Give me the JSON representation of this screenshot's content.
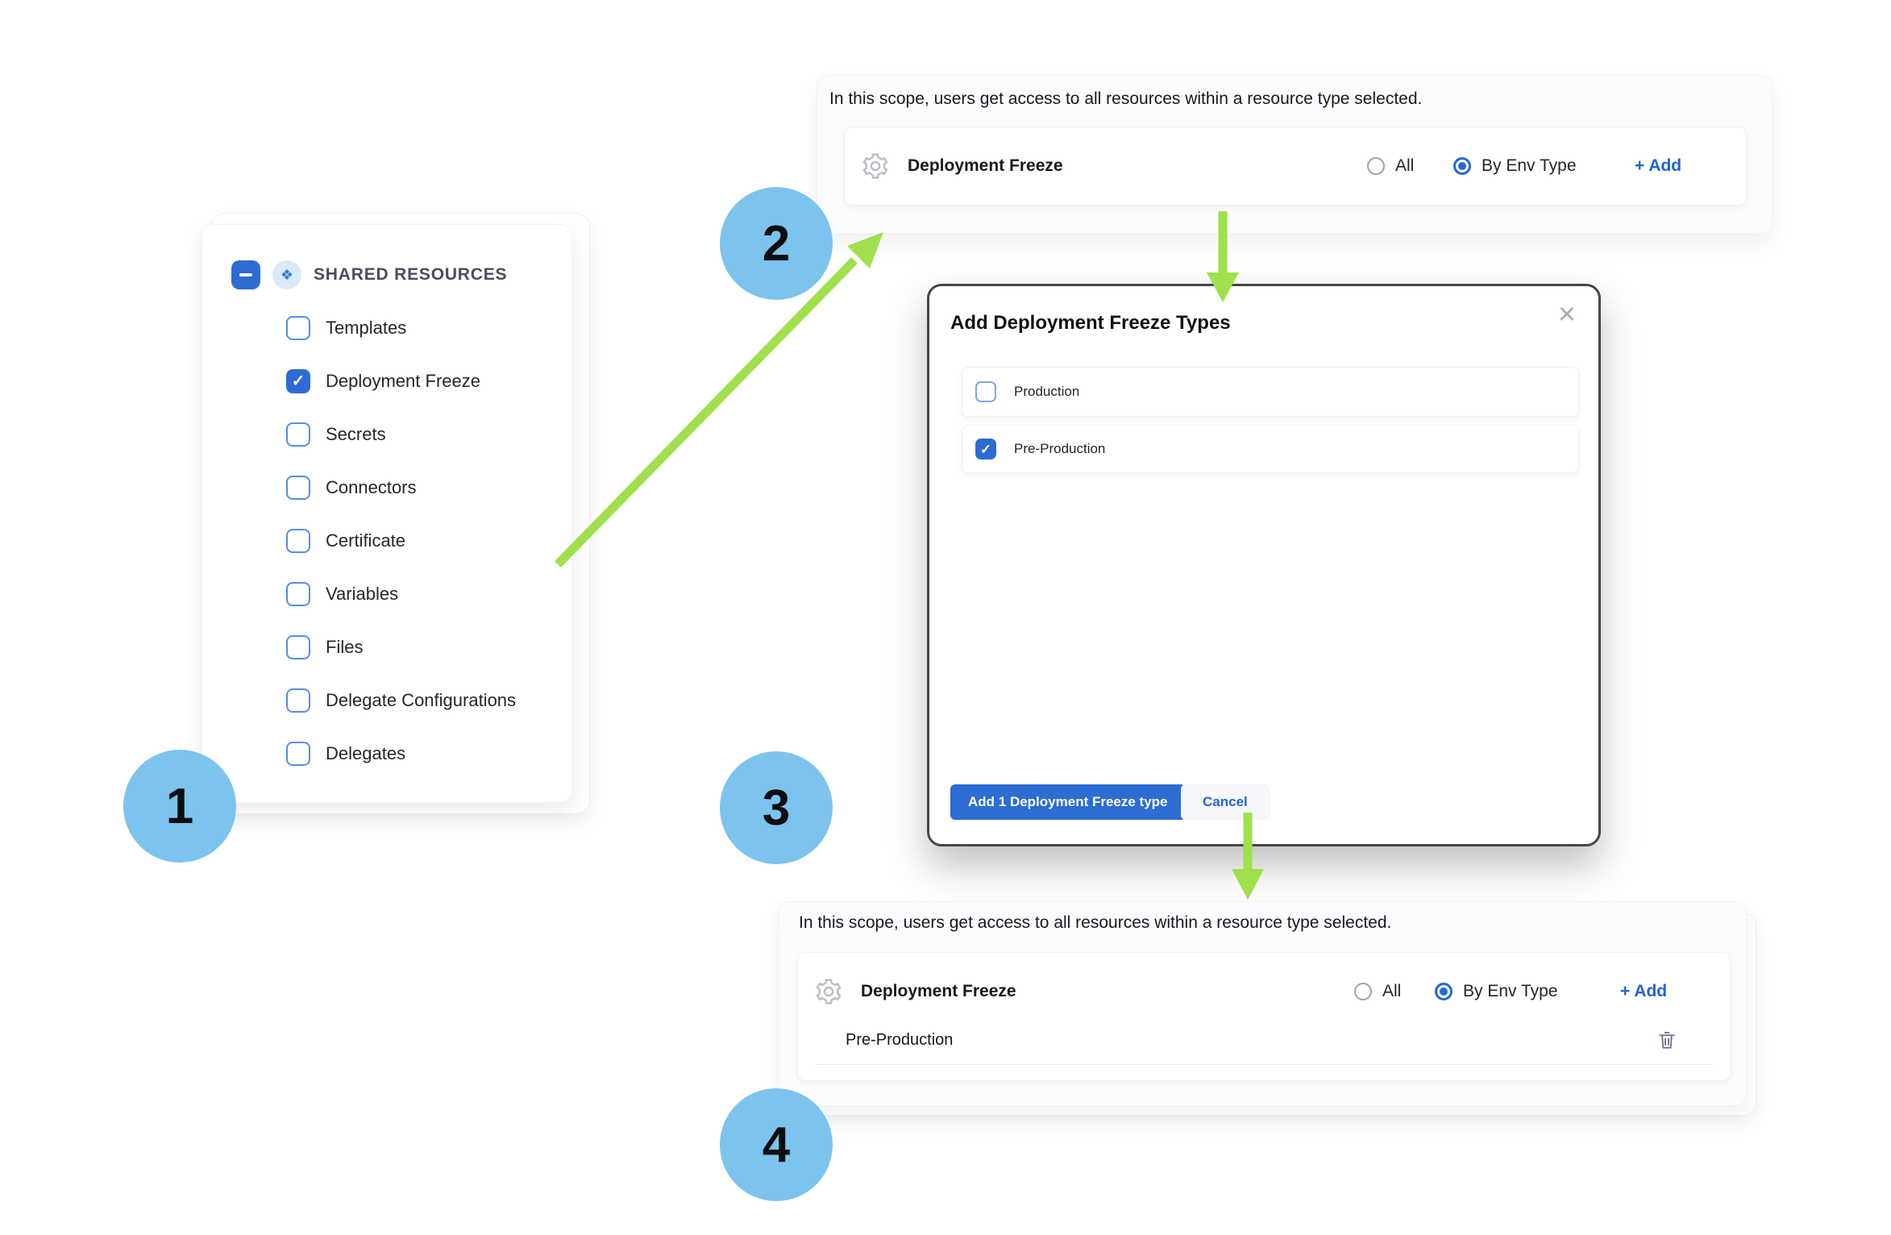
{
  "colors": {
    "primary_blue": "#2d6cd3",
    "link_blue": "#2264d1",
    "step_circle_blue": "#7cc3ed",
    "arrow_green": "#9fe04c",
    "modal_border": "#43464b"
  },
  "icons": {
    "check_glyph": "✓",
    "close_glyph": "×",
    "resource_glyph": "❖"
  },
  "steps": {
    "s1": "1",
    "s2": "2",
    "s3": "3",
    "s4": "4"
  },
  "shared_resources": {
    "title": "SHARED RESOURCES",
    "items": [
      {
        "label": "Templates",
        "checked": false
      },
      {
        "label": "Deployment Freeze",
        "checked": true
      },
      {
        "label": "Secrets",
        "checked": false
      },
      {
        "label": "Connectors",
        "checked": false
      },
      {
        "label": "Certificate",
        "checked": false
      },
      {
        "label": "Variables",
        "checked": false
      },
      {
        "label": "Files",
        "checked": false
      },
      {
        "label": "Delegate Configurations",
        "checked": false
      },
      {
        "label": "Delegates",
        "checked": false
      }
    ]
  },
  "scope_top": {
    "description": "In this scope, users get access to all resources within a resource type selected.",
    "resource_name": "Deployment Freeze",
    "option_all": "All",
    "option_by_env": "By Env Type",
    "all_selected": false,
    "by_env_selected": true,
    "add_label": "+ Add"
  },
  "modal": {
    "title": "Add Deployment Freeze Types",
    "options": [
      {
        "label": "Production",
        "checked": false
      },
      {
        "label": "Pre-Production",
        "checked": true
      }
    ],
    "primary_button": "Add 1 Deployment Freeze type",
    "cancel_button": "Cancel"
  },
  "scope_bottom": {
    "description": "In this scope, users get access to all resources within a resource type selected.",
    "resource_name": "Deployment Freeze",
    "option_all": "All",
    "option_by_env": "By Env Type",
    "all_selected": false,
    "by_env_selected": true,
    "add_label": "+ Add",
    "selected_types": [
      {
        "name": "Pre-Production"
      }
    ]
  }
}
